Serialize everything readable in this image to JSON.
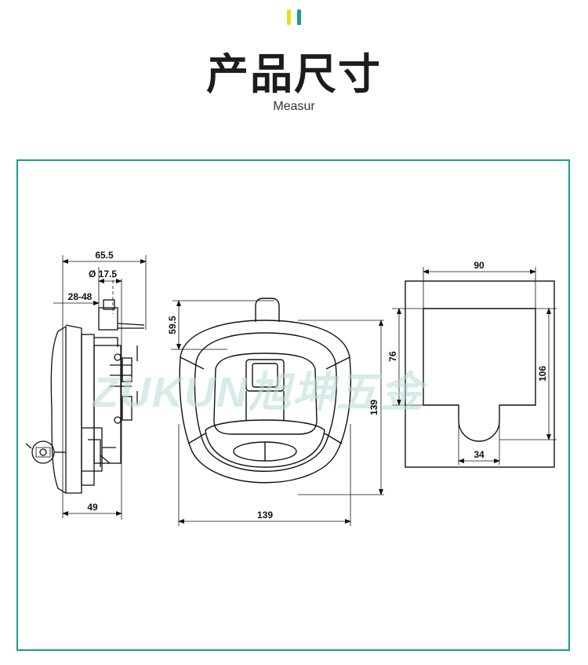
{
  "header": {
    "title": "产品尺寸",
    "subtitle": "Measur",
    "accent_colors": [
      "#e6e11c",
      "#1a9c8e"
    ]
  },
  "frame": {
    "border_color": "#1a9c8e"
  },
  "watermark": {
    "text": "ZUKUN旭坤五金"
  },
  "drawing": {
    "side_view": {
      "dim_width": "65.5",
      "dim_diameter": "Ø 17.5",
      "dim_range": "28-48",
      "dim_depth": "49"
    },
    "front_view": {
      "dim_upper": "59.5",
      "dim_height": "139",
      "dim_width": "139"
    },
    "cutout_view": {
      "dim_width": "90",
      "dim_upper": "76",
      "dim_height": "106",
      "dim_notch": "34"
    }
  }
}
